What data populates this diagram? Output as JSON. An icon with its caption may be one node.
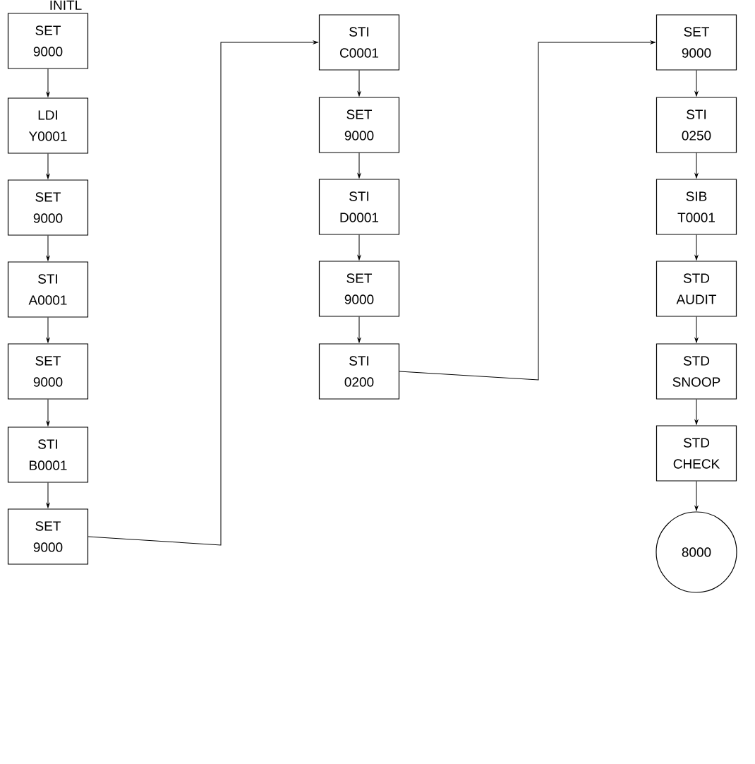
{
  "diagram": {
    "nodes": [
      {
        "text": [
          "INITL",
          "SET 9000"
        ]
      },
      {
        "text": [
          "LDI Y0001"
        ]
      },
      {
        "text": [
          "SET 9000"
        ]
      },
      {
        "text": [
          "STI A0001"
        ]
      },
      {
        "text": [
          "SET 9000"
        ]
      },
      {
        "text": [
          "STI B0001"
        ]
      },
      {
        "text": [
          "SET 9000"
        ]
      },
      {
        "text": [
          "STI C0001"
        ]
      },
      {
        "text": [
          "SET 9000"
        ]
      },
      {
        "text": [
          "STI D0001"
        ]
      },
      {
        "text": [
          "SET 9000"
        ]
      },
      {
        "text": [
          "STI 0200"
        ]
      },
      {
        "text": [
          "SET 9000"
        ]
      },
      {
        "text": [
          "STI 0250"
        ]
      },
      {
        "text": [
          "SIB T0001"
        ]
      },
      {
        "text": [
          "STD AUDIT"
        ]
      },
      {
        "text": [
          "STD SNOOP"
        ]
      },
      {
        "text": [
          "STD CHECK"
        ]
      },
      {
        "text": [
          "8000"
        ]
      }
    ],
    "edges": [
      {
        "from": 0,
        "to": 1,
        "arrow": "to"
      },
      {
        "from": 1,
        "to": 2,
        "arrow": "to"
      },
      {
        "from": 2,
        "to": 3,
        "arrow": "to"
      },
      {
        "from": 3,
        "to": 4,
        "arrow": "to"
      },
      {
        "from": 4,
        "to": 5,
        "arrow": "to"
      },
      {
        "from": 5,
        "to": 6,
        "arrow": "to"
      },
      {
        "from": 6,
        "to": 7,
        "arrow": "to"
      },
      {
        "from": 7,
        "to": 8,
        "arrow": "to"
      },
      {
        "from": 8,
        "to": 9,
        "arrow": "to"
      },
      {
        "from": 9,
        "to": 10,
        "arrow": "to"
      },
      {
        "from": 10,
        "to": 11,
        "arrow": "to"
      },
      {
        "from": 11,
        "to": 12,
        "arrow": "to"
      },
      {
        "from": 12,
        "to": 13,
        "arrow": "to"
      },
      {
        "from": 13,
        "to": 14,
        "arrow": "to"
      },
      {
        "from": 14,
        "to": 15,
        "arrow": "to"
      },
      {
        "from": 15,
        "to": 16,
        "arrow": "to"
      },
      {
        "from": 16,
        "to": 17,
        "arrow": "to"
      },
      {
        "from": 17,
        "to": 18,
        "arrow": "to"
      }
    ]
  }
}
